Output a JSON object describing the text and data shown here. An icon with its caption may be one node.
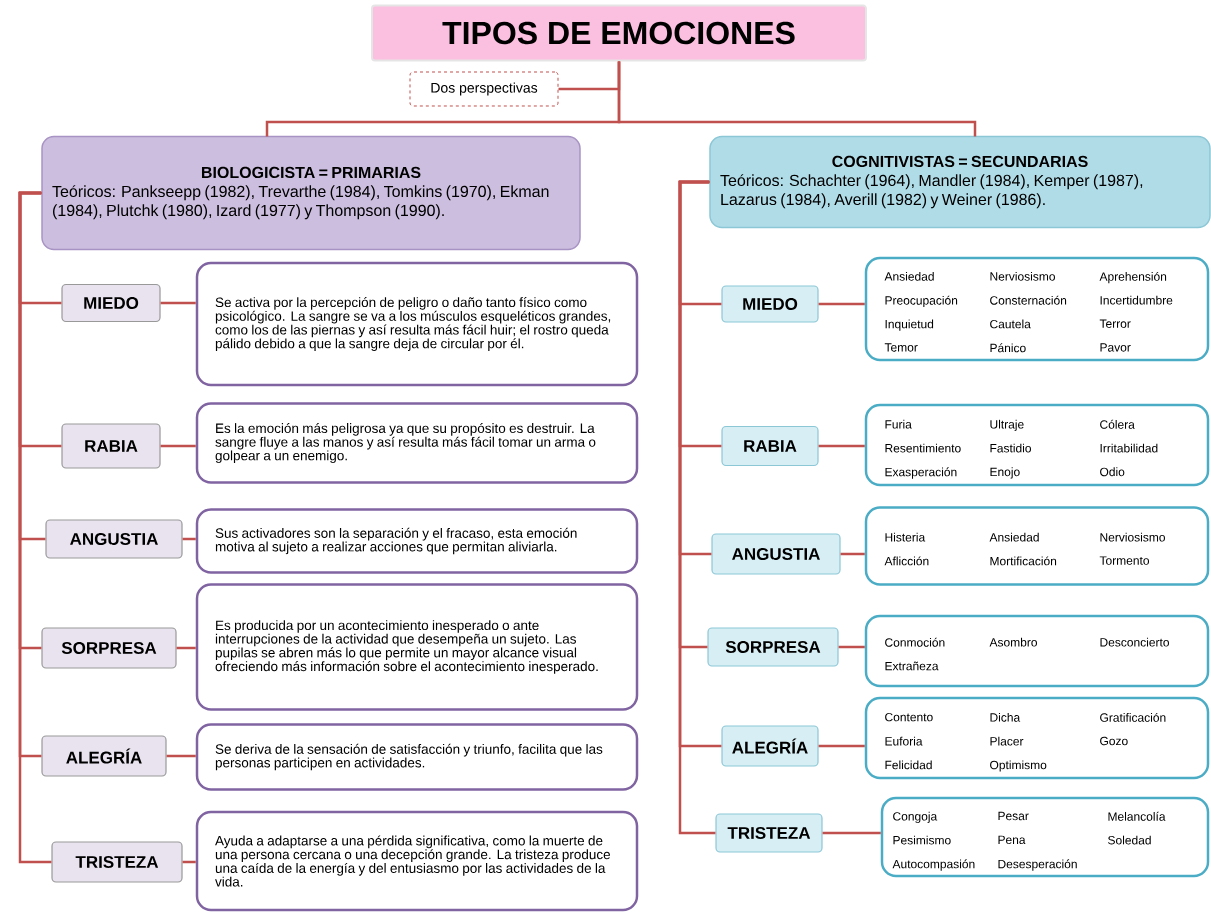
{
  "diagram": {
    "nodes": [
      {
        "text": [
          "TIPOS DE EMOCIONES"
        ]
      },
      {
        "text": [
          "Dos perspectivas"
        ]
      },
      {
        "text": [
          "BIOLOGICISTA = PRIMARIAS",
          "Teóricos: Pankseepp (1982), Trevarthe (1984), Tomkins (1970), Ekman (1984), Plutchk (1980), Izard (1977) y Thompson (1990)."
        ]
      },
      {
        "text": [
          "COGNITIVISTAS = SECUNDARIAS",
          "Teóricos: Schachter (1964), Mandler (1984), Kemper (1987), Lazarus (1984), Averill (1982) y Weiner (1986)."
        ]
      },
      {
        "text": [
          "MIEDO"
        ]
      },
      {
        "text": [
          "Se activa por la percepción de peligro o daño tanto físico como psicológico. La sangre se va a los músculos esqueléticos grandes, como los de las piernas y así resulta más fácil huir; el rostro queda pálido debido a que la sangre deja de circular por él."
        ]
      },
      {
        "text": [
          "RABIA"
        ]
      },
      {
        "text": [
          "Es la emoción más peligrosa ya que su propósito es destruir. La sangre fluye a las manos y así resulta más fácil tomar un arma o golpear a un enemigo."
        ]
      },
      {
        "text": [
          "ANGUSTIA"
        ]
      },
      {
        "text": [
          "Sus activadores son la separación y el fracaso, esta emoción motiva al sujeto a realizar acciones que permitan aliviarla."
        ]
      },
      {
        "text": [
          "SORPRESA"
        ]
      },
      {
        "text": [
          "Es producida por un acontecimiento inesperado o ante interrupciones de la actividad que desempeña un sujeto. Las pupilas se abren más lo que permite un mayor alcance visual ofreciendo más información sobre el acontecimiento inesperado."
        ]
      },
      {
        "text": [
          "ALEGRÍA"
        ]
      },
      {
        "text": [
          "Se deriva de la sensación de satisfacción y triunfo, facilita que las personas participen en actividades."
        ]
      },
      {
        "text": [
          "TRISTEZA"
        ]
      },
      {
        "text": [
          "Ayuda a adaptarse a una pérdida significativa, como la muerte de una persona cercana o una decepción grande. La tristeza produce una caída de la energía y del entusiasmo por las actividades de la vida."
        ]
      },
      {
        "text": [
          "MIEDO"
        ]
      },
      {
        "text": [
          "Ansiedad",
          "Nerviosismo",
          "Aprehensión",
          "Preocupación",
          "Consternación",
          "Incertidumbre",
          "Inquietud",
          "Cautela",
          "Terror",
          "Temor",
          "Pánico",
          "Pavor"
        ]
      },
      {
        "text": [
          "RABIA"
        ]
      },
      {
        "text": [
          "Furia",
          "Ultraje",
          "Cólera",
          "Resentimiento",
          "Fastidio",
          "Irritabilidad",
          "Exasperación",
          "Enojo",
          "Odio"
        ]
      },
      {
        "text": [
          "ANGUSTIA"
        ]
      },
      {
        "text": [
          "Histeria",
          "Ansiedad",
          "Nerviosismo",
          "Aflicción",
          "Mortificación",
          "Tormento"
        ]
      },
      {
        "text": [
          "SORPRESA"
        ]
      },
      {
        "text": [
          "Conmoción",
          "Asombro",
          "Desconcierto",
          "Extrañeza"
        ]
      },
      {
        "text": [
          "ALEGRÍA"
        ]
      },
      {
        "text": [
          "Contento",
          "Dicha",
          "Gratificación",
          "Euforia",
          "Placer",
          "Gozo",
          "Felicidad",
          "Optimismo"
        ]
      },
      {
        "text": [
          "TRISTEZA"
        ]
      },
      {
        "text": [
          "Congoja",
          "Pesar",
          "Melancolía",
          "Pesimismo",
          "Pena",
          "Soledad",
          "Autocompasión",
          "Desesperación"
        ]
      }
    ],
    "edges": [
      {
        "from": 0,
        "to": 1,
        "arrow": "none"
      },
      {
        "from": 0,
        "to": 2,
        "arrow": "none"
      },
      {
        "from": 0,
        "to": 3,
        "arrow": "none"
      },
      {
        "from": 2,
        "to": 4,
        "arrow": "none"
      },
      {
        "from": 2,
        "to": 6,
        "arrow": "none"
      },
      {
        "from": 2,
        "to": 8,
        "arrow": "none"
      },
      {
        "from": 2,
        "to": 10,
        "arrow": "none"
      },
      {
        "from": 2,
        "to": 12,
        "arrow": "none"
      },
      {
        "from": 2,
        "to": 14,
        "arrow": "none"
      },
      {
        "from": 4,
        "to": 5,
        "arrow": "none"
      },
      {
        "from": 6,
        "to": 7,
        "arrow": "none"
      },
      {
        "from": 8,
        "to": 9,
        "arrow": "none"
      },
      {
        "from": 10,
        "to": 11,
        "arrow": "none"
      },
      {
        "from": 12,
        "to": 13,
        "arrow": "none"
      },
      {
        "from": 14,
        "to": 15,
        "arrow": "none"
      },
      {
        "from": 3,
        "to": 16,
        "arrow": "none"
      },
      {
        "from": 3,
        "to": 18,
        "arrow": "none"
      },
      {
        "from": 3,
        "to": 20,
        "arrow": "none"
      },
      {
        "from": 3,
        "to": 22,
        "arrow": "none"
      },
      {
        "from": 3,
        "to": 24,
        "arrow": "none"
      },
      {
        "from": 3,
        "to": 26,
        "arrow": "none"
      },
      {
        "from": 16,
        "to": 17,
        "arrow": "none"
      },
      {
        "from": 18,
        "to": 19,
        "arrow": "none"
      },
      {
        "from": 20,
        "to": 21,
        "arrow": "none"
      },
      {
        "from": 22,
        "to": 23,
        "arrow": "none"
      },
      {
        "from": 24,
        "to": 25,
        "arrow": "none"
      },
      {
        "from": 26,
        "to": 27,
        "arrow": "none"
      }
    ]
  }
}
